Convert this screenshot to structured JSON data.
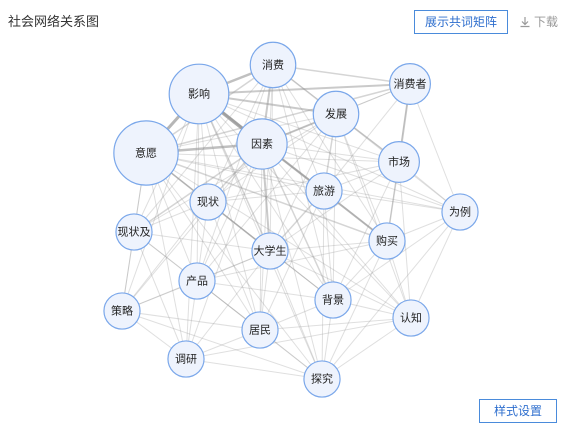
{
  "title": "社会网络关系图",
  "buttons": {
    "matrix": "展示共词矩阵",
    "download": "下载",
    "style": "样式设置"
  },
  "icons": {
    "download": "download-icon"
  },
  "colors": {
    "accent": "#4a8bdb",
    "node_fill": "#eef3fd",
    "node_stroke": "#7aa7ea",
    "edge": "#9a9a9a"
  },
  "graph": {
    "nodes": [
      {
        "id": "xiaofei",
        "label": "消费",
        "weight": 5
      },
      {
        "id": "yingxiang",
        "label": "影响",
        "weight": 8
      },
      {
        "id": "xiaofeizhe",
        "label": "消费者",
        "weight": 4
      },
      {
        "id": "fazhan",
        "label": "发展",
        "weight": 5
      },
      {
        "id": "yinsu",
        "label": "因素",
        "weight": 6
      },
      {
        "id": "yiyuan",
        "label": "意愿",
        "weight": 9
      },
      {
        "id": "shichang",
        "label": "市场",
        "weight": 4
      },
      {
        "id": "lvyou",
        "label": "旅游",
        "weight": 3
      },
      {
        "id": "xianzhuang",
        "label": "现状",
        "weight": 3
      },
      {
        "id": "weili",
        "label": "为例",
        "weight": 3
      },
      {
        "id": "xianzhuangji",
        "label": "现状及",
        "weight": 3
      },
      {
        "id": "goumai",
        "label": "购买",
        "weight": 3
      },
      {
        "id": "daxuesheng",
        "label": "大学生",
        "weight": 3
      },
      {
        "id": "chanpin",
        "label": "产品",
        "weight": 3
      },
      {
        "id": "beijing",
        "label": "背景",
        "weight": 3
      },
      {
        "id": "celue",
        "label": "策略",
        "weight": 3
      },
      {
        "id": "renzhi",
        "label": "认知",
        "weight": 3
      },
      {
        "id": "jumin",
        "label": "居民",
        "weight": 3
      },
      {
        "id": "diaoyan",
        "label": "调研",
        "weight": 3
      },
      {
        "id": "tanjiu",
        "label": "探究",
        "weight": 3
      }
    ],
    "edges": [
      [
        "yingxiang",
        "yinsu",
        6
      ],
      [
        "yingxiang",
        "xiaofei",
        4
      ],
      [
        "yiyuan",
        "yingxiang",
        5
      ],
      [
        "yiyuan",
        "yinsu",
        4
      ],
      [
        "yingxiang",
        "fazhan",
        3
      ],
      [
        "yinsu",
        "fazhan",
        3
      ],
      [
        "yinsu",
        "xiaofei",
        3
      ],
      [
        "yingxiang",
        "goumai",
        3
      ],
      [
        "yinsu",
        "daxuesheng",
        3
      ],
      [
        "xiaofeizhe",
        "yingxiang",
        3
      ],
      [
        "xiaofeizhe",
        "shichang",
        3
      ],
      [
        "fazhan",
        "lvyou",
        2
      ],
      [
        "yiyuan",
        "xiaofeizhe",
        2
      ],
      [
        "yiyuan",
        "goumai",
        2
      ],
      [
        "yiyuan",
        "daxuesheng",
        2
      ],
      [
        "yiyuan",
        "xianzhuang",
        2
      ],
      [
        "shichang",
        "fazhan",
        2
      ],
      [
        "xiaofei",
        "xiaofeizhe",
        2
      ],
      [
        "xiaofei",
        "fazhan",
        2
      ],
      [
        "xiaofei",
        "yiyuan",
        2
      ],
      [
        "yinsu",
        "xianzhuang",
        2
      ],
      [
        "yinsu",
        "lvyou",
        2
      ],
      [
        "yinsu",
        "goumai",
        2
      ],
      [
        "yinsu",
        "beijing",
        2
      ],
      [
        "yingxiang",
        "daxuesheng",
        2
      ],
      [
        "yingxiang",
        "lvyou",
        2
      ],
      [
        "xianzhuang",
        "daxuesheng",
        2
      ],
      [
        "xianzhuangji",
        "yinsu",
        2
      ],
      [
        "goumai",
        "shichang",
        2
      ],
      [
        "lvyou",
        "daxuesheng",
        2
      ],
      [
        "shichang",
        "weili",
        1
      ],
      [
        "xiaofeizhe",
        "weili",
        1
      ],
      [
        "xiaofeizhe",
        "goumai",
        1
      ],
      [
        "xiaofeizhe",
        "fazhan",
        1
      ],
      [
        "xiaofeizhe",
        "lvyou",
        1
      ],
      [
        "xiaofeizhe",
        "yinsu",
        1
      ],
      [
        "xiaofei",
        "shichang",
        1
      ],
      [
        "xiaofei",
        "lvyou",
        1
      ],
      [
        "xiaofei",
        "daxuesheng",
        1
      ],
      [
        "xiaofei",
        "goumai",
        1
      ],
      [
        "xiaofei",
        "xianzhuang",
        1
      ],
      [
        "xiaofei",
        "xianzhuangji",
        1
      ],
      [
        "xiaofei",
        "beijing",
        1
      ],
      [
        "xiaofei",
        "chanpin",
        1
      ],
      [
        "xiaofei",
        "jumin",
        1
      ],
      [
        "yingxiang",
        "shichang",
        1
      ],
      [
        "yingxiang",
        "xianzhuang",
        1
      ],
      [
        "yingxiang",
        "xianzhuangji",
        1
      ],
      [
        "yingxiang",
        "chanpin",
        1
      ],
      [
        "yingxiang",
        "beijing",
        1
      ],
      [
        "yingxiang",
        "jumin",
        1
      ],
      [
        "yingxiang",
        "celue",
        1
      ],
      [
        "yingxiang",
        "diaoyan",
        1
      ],
      [
        "yingxiang",
        "renzhi",
        1
      ],
      [
        "yingxiang",
        "weili",
        1
      ],
      [
        "yingxiang",
        "tanjiu",
        1
      ],
      [
        "yiyuan",
        "fazhan",
        1
      ],
      [
        "yiyuan",
        "shichang",
        1
      ],
      [
        "yiyuan",
        "lvyou",
        1
      ],
      [
        "yiyuan",
        "xianzhuangji",
        1
      ],
      [
        "yiyuan",
        "chanpin",
        1
      ],
      [
        "yiyuan",
        "celue",
        1
      ],
      [
        "yiyuan",
        "diaoyan",
        1
      ],
      [
        "yiyuan",
        "jumin",
        1
      ],
      [
        "yiyuan",
        "beijing",
        1
      ],
      [
        "yiyuan",
        "tanjiu",
        1
      ],
      [
        "yiyuan",
        "renzhi",
        1
      ],
      [
        "yiyuan",
        "weili",
        1
      ],
      [
        "yinsu",
        "shichang",
        1
      ],
      [
        "yinsu",
        "chanpin",
        1
      ],
      [
        "yinsu",
        "jumin",
        1
      ],
      [
        "yinsu",
        "tanjiu",
        1
      ],
      [
        "yinsu",
        "celue",
        1
      ],
      [
        "yinsu",
        "diaoyan",
        1
      ],
      [
        "yinsu",
        "renzhi",
        1
      ],
      [
        "yinsu",
        "weili",
        1
      ],
      [
        "fazhan",
        "goumai",
        1
      ],
      [
        "fazhan",
        "daxuesheng",
        1
      ],
      [
        "fazhan",
        "xianzhuang",
        1
      ],
      [
        "fazhan",
        "weili",
        1
      ],
      [
        "fazhan",
        "beijing",
        1
      ],
      [
        "fazhan",
        "renzhi",
        1
      ],
      [
        "fazhan",
        "xianzhuangji",
        1
      ],
      [
        "fazhan",
        "chanpin",
        1
      ],
      [
        "shichang",
        "lvyou",
        1
      ],
      [
        "shichang",
        "daxuesheng",
        1
      ],
      [
        "shichang",
        "renzhi",
        1
      ],
      [
        "shichang",
        "beijing",
        1
      ],
      [
        "shichang",
        "xianzhuang",
        1
      ],
      [
        "lvyou",
        "goumai",
        1
      ],
      [
        "lvyou",
        "beijing",
        1
      ],
      [
        "lvyou",
        "weili",
        1
      ],
      [
        "lvyou",
        "xianzhuang",
        1
      ],
      [
        "lvyou",
        "jumin",
        1
      ],
      [
        "lvyou",
        "tanjiu",
        1
      ],
      [
        "goumai",
        "daxuesheng",
        1
      ],
      [
        "goumai",
        "weili",
        1
      ],
      [
        "goumai",
        "renzhi",
        1
      ],
      [
        "goumai",
        "beijing",
        1
      ],
      [
        "goumai",
        "chanpin",
        1
      ],
      [
        "goumai",
        "tanjiu",
        1
      ],
      [
        "xianzhuang",
        "xianzhuangji",
        1
      ],
      [
        "xianzhuang",
        "chanpin",
        1
      ],
      [
        "xianzhuang",
        "celue",
        1
      ],
      [
        "xianzhuang",
        "jumin",
        1
      ],
      [
        "xianzhuang",
        "beijing",
        1
      ],
      [
        "xianzhuangji",
        "daxuesheng",
        1
      ],
      [
        "xianzhuangji",
        "chanpin",
        1
      ],
      [
        "xianzhuangji",
        "celue",
        1
      ],
      [
        "xianzhuangji",
        "diaoyan",
        1
      ],
      [
        "xianzhuangji",
        "jumin",
        1
      ],
      [
        "daxuesheng",
        "chanpin",
        1
      ],
      [
        "daxuesheng",
        "beijing",
        1
      ],
      [
        "daxuesheng",
        "jumin",
        1
      ],
      [
        "daxuesheng",
        "celue",
        1
      ],
      [
        "daxuesheng",
        "diaoyan",
        1
      ],
      [
        "daxuesheng",
        "tanjiu",
        1
      ],
      [
        "daxuesheng",
        "renzhi",
        1
      ],
      [
        "chanpin",
        "celue",
        1
      ],
      [
        "chanpin",
        "diaoyan",
        1
      ],
      [
        "chanpin",
        "jumin",
        1
      ],
      [
        "chanpin",
        "tanjiu",
        1
      ],
      [
        "chanpin",
        "beijing",
        1
      ],
      [
        "beijing",
        "jumin",
        1
      ],
      [
        "beijing",
        "renzhi",
        1
      ],
      [
        "beijing",
        "tanjiu",
        1
      ],
      [
        "beijing",
        "weili",
        1
      ],
      [
        "celue",
        "diaoyan",
        1
      ],
      [
        "celue",
        "jumin",
        1
      ],
      [
        "jumin",
        "diaoyan",
        1
      ],
      [
        "jumin",
        "tanjiu",
        1
      ],
      [
        "diaoyan",
        "tanjiu",
        1
      ],
      [
        "renzhi",
        "tanjiu",
        1
      ],
      [
        "renzhi",
        "weili",
        1
      ],
      [
        "weili",
        "tanjiu",
        1
      ],
      [
        "celue",
        "tanjiu",
        1
      ],
      [
        "diaoyan",
        "renzhi",
        1
      ],
      [
        "jumin",
        "renzhi",
        1
      ]
    ]
  }
}
